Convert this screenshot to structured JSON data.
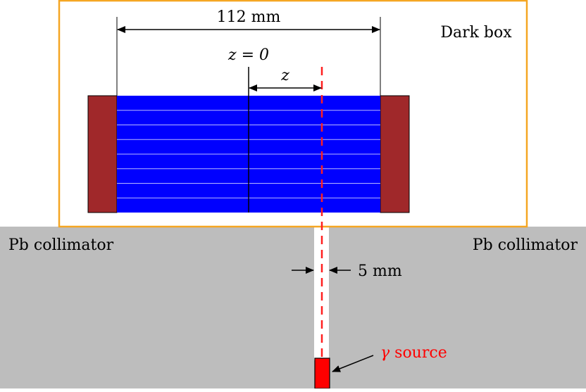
{
  "labels": {
    "width_dim": "112 mm",
    "dark_box": "Dark box",
    "z_zero": "z = 0",
    "z": "z",
    "collimator_left": "Pb collimator",
    "collimator_right": "Pb collimator",
    "slit_width": "5 mm",
    "gamma_symbol": "γ",
    "source_word": " source"
  },
  "colors": {
    "dark_box_border": "#f5a623",
    "crystal_fill": "#0000ff",
    "crystal_lines": "#b8b8ff",
    "end_caps": "#a0282a",
    "collimator": "#bdbdbd",
    "source": "#ff0000",
    "beam_line": "#ff2020",
    "source_label": "#ff0000"
  },
  "crystal": {
    "layers": 8
  }
}
